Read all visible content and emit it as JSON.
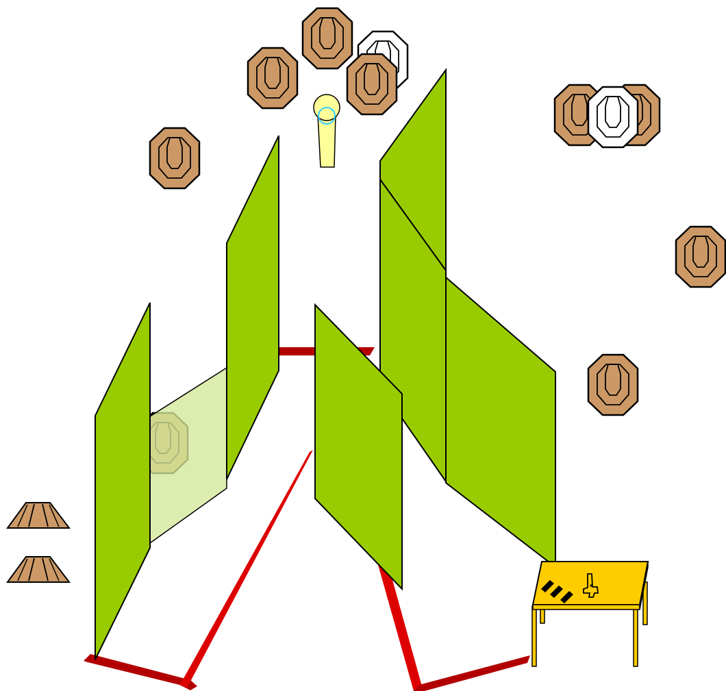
{
  "colors": {
    "background": "#ffffff",
    "wall_green": "#99cc00",
    "window_green": "#d4e89a",
    "fault_line_red": "#dd0000",
    "fault_line_dark_red": "#b20000",
    "target_tan": "#cc9966",
    "target_outline": "#000000",
    "no_shoot_white": "#ffffff",
    "popper_yellow": "#ffff99",
    "activator_cyan": "#33ccff",
    "table_yellow": "#ffcc00",
    "table_icon_black": "#000000"
  },
  "legend_icons": {
    "paper_target": "paper-target-icon",
    "no_shoot_target": "no-shoot-target-icon",
    "swinger_popper": "popper-icon",
    "steel_plate": "steel-plate-icon",
    "start_table": "start-table-icon",
    "pistol": "pistol-icon",
    "magazines": "magazine-icon"
  },
  "stage_elements": {
    "paper_targets_count": 9,
    "no_shoot_targets_count": 2,
    "partial_target_behind_window": 1,
    "steel_plates_count": 2,
    "poppers_count": 1,
    "walls_count": 5,
    "start_table_items": [
      "pistol",
      "magazines"
    ]
  }
}
